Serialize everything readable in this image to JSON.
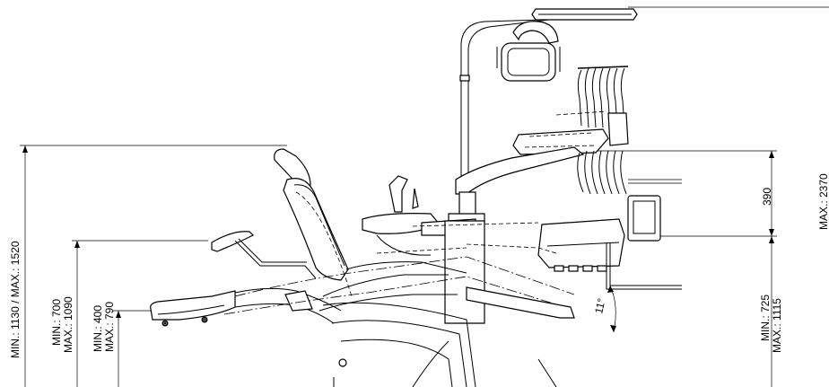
{
  "labels": {
    "backrest_height": "MIN.: 1130 / MAX.: 1520",
    "armrest_min": "MIN.: 700",
    "armrest_max": "MAX.: 1090",
    "seat_min": "MIN.: 400",
    "seat_max": "MAX.: 790",
    "tray_height": "390",
    "unit_min": "MIN.: 725",
    "unit_max": "MAX.: 1115",
    "angle": "11°",
    "overall_max": "MAX.: 2370"
  }
}
